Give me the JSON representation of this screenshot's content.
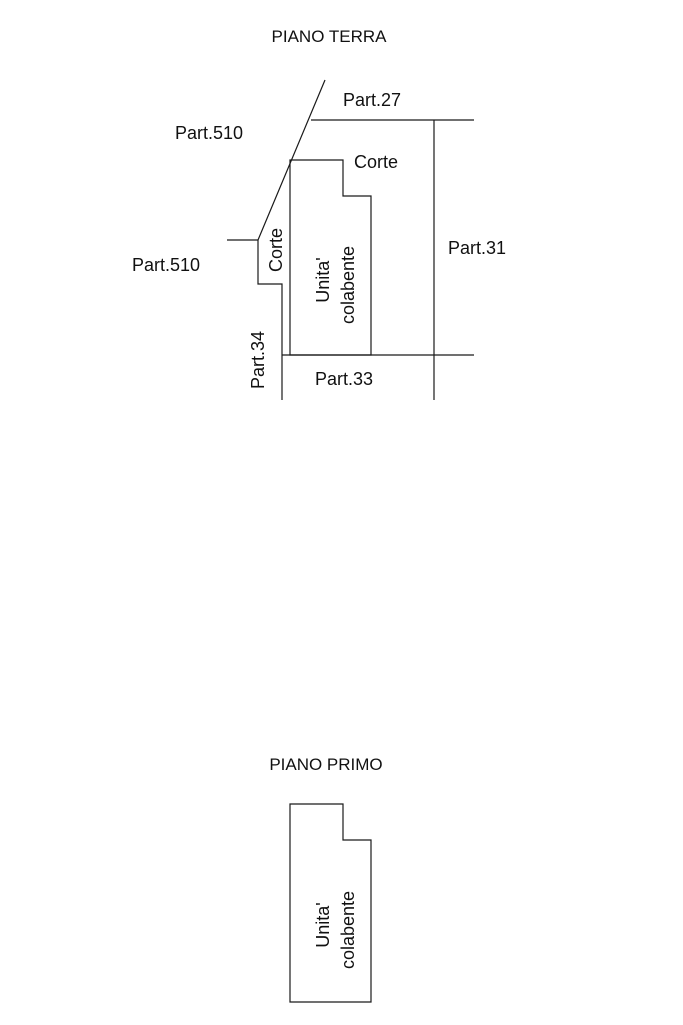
{
  "ground_floor": {
    "title": "PIANO TERRA",
    "labels": {
      "part_27": "Part.27",
      "part_510_upper": "Part.510",
      "part_510_lower": "Part.510",
      "corte_top": "Corte",
      "corte_left": "Corte",
      "part_31": "Part.31",
      "unit_line1": "Unita'",
      "unit_line2": "colabente",
      "part_34": "Part.34",
      "part_33": "Part.33"
    }
  },
  "first_floor": {
    "title": "PIANO PRIMO",
    "labels": {
      "unit_line1": "Unita'",
      "unit_line2": "colabente"
    }
  },
  "colors": {
    "line": "#1a1a1a",
    "text": "#111111",
    "background": "#ffffff"
  }
}
